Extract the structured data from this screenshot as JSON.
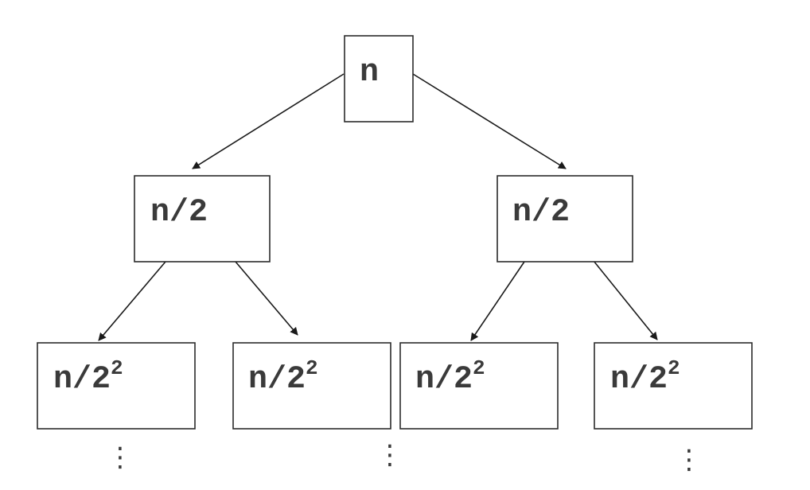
{
  "tree": {
    "root": {
      "label": "n"
    },
    "level1": [
      {
        "label": "n/2"
      },
      {
        "label": "n/2"
      }
    ],
    "level2": [
      {
        "base": "n/2",
        "exponent": "2"
      },
      {
        "base": "n/2",
        "exponent": "2"
      },
      {
        "base": "n/2",
        "exponent": "2"
      },
      {
        "base": "n/2",
        "exponent": "2"
      }
    ],
    "continuation": "⋮"
  }
}
